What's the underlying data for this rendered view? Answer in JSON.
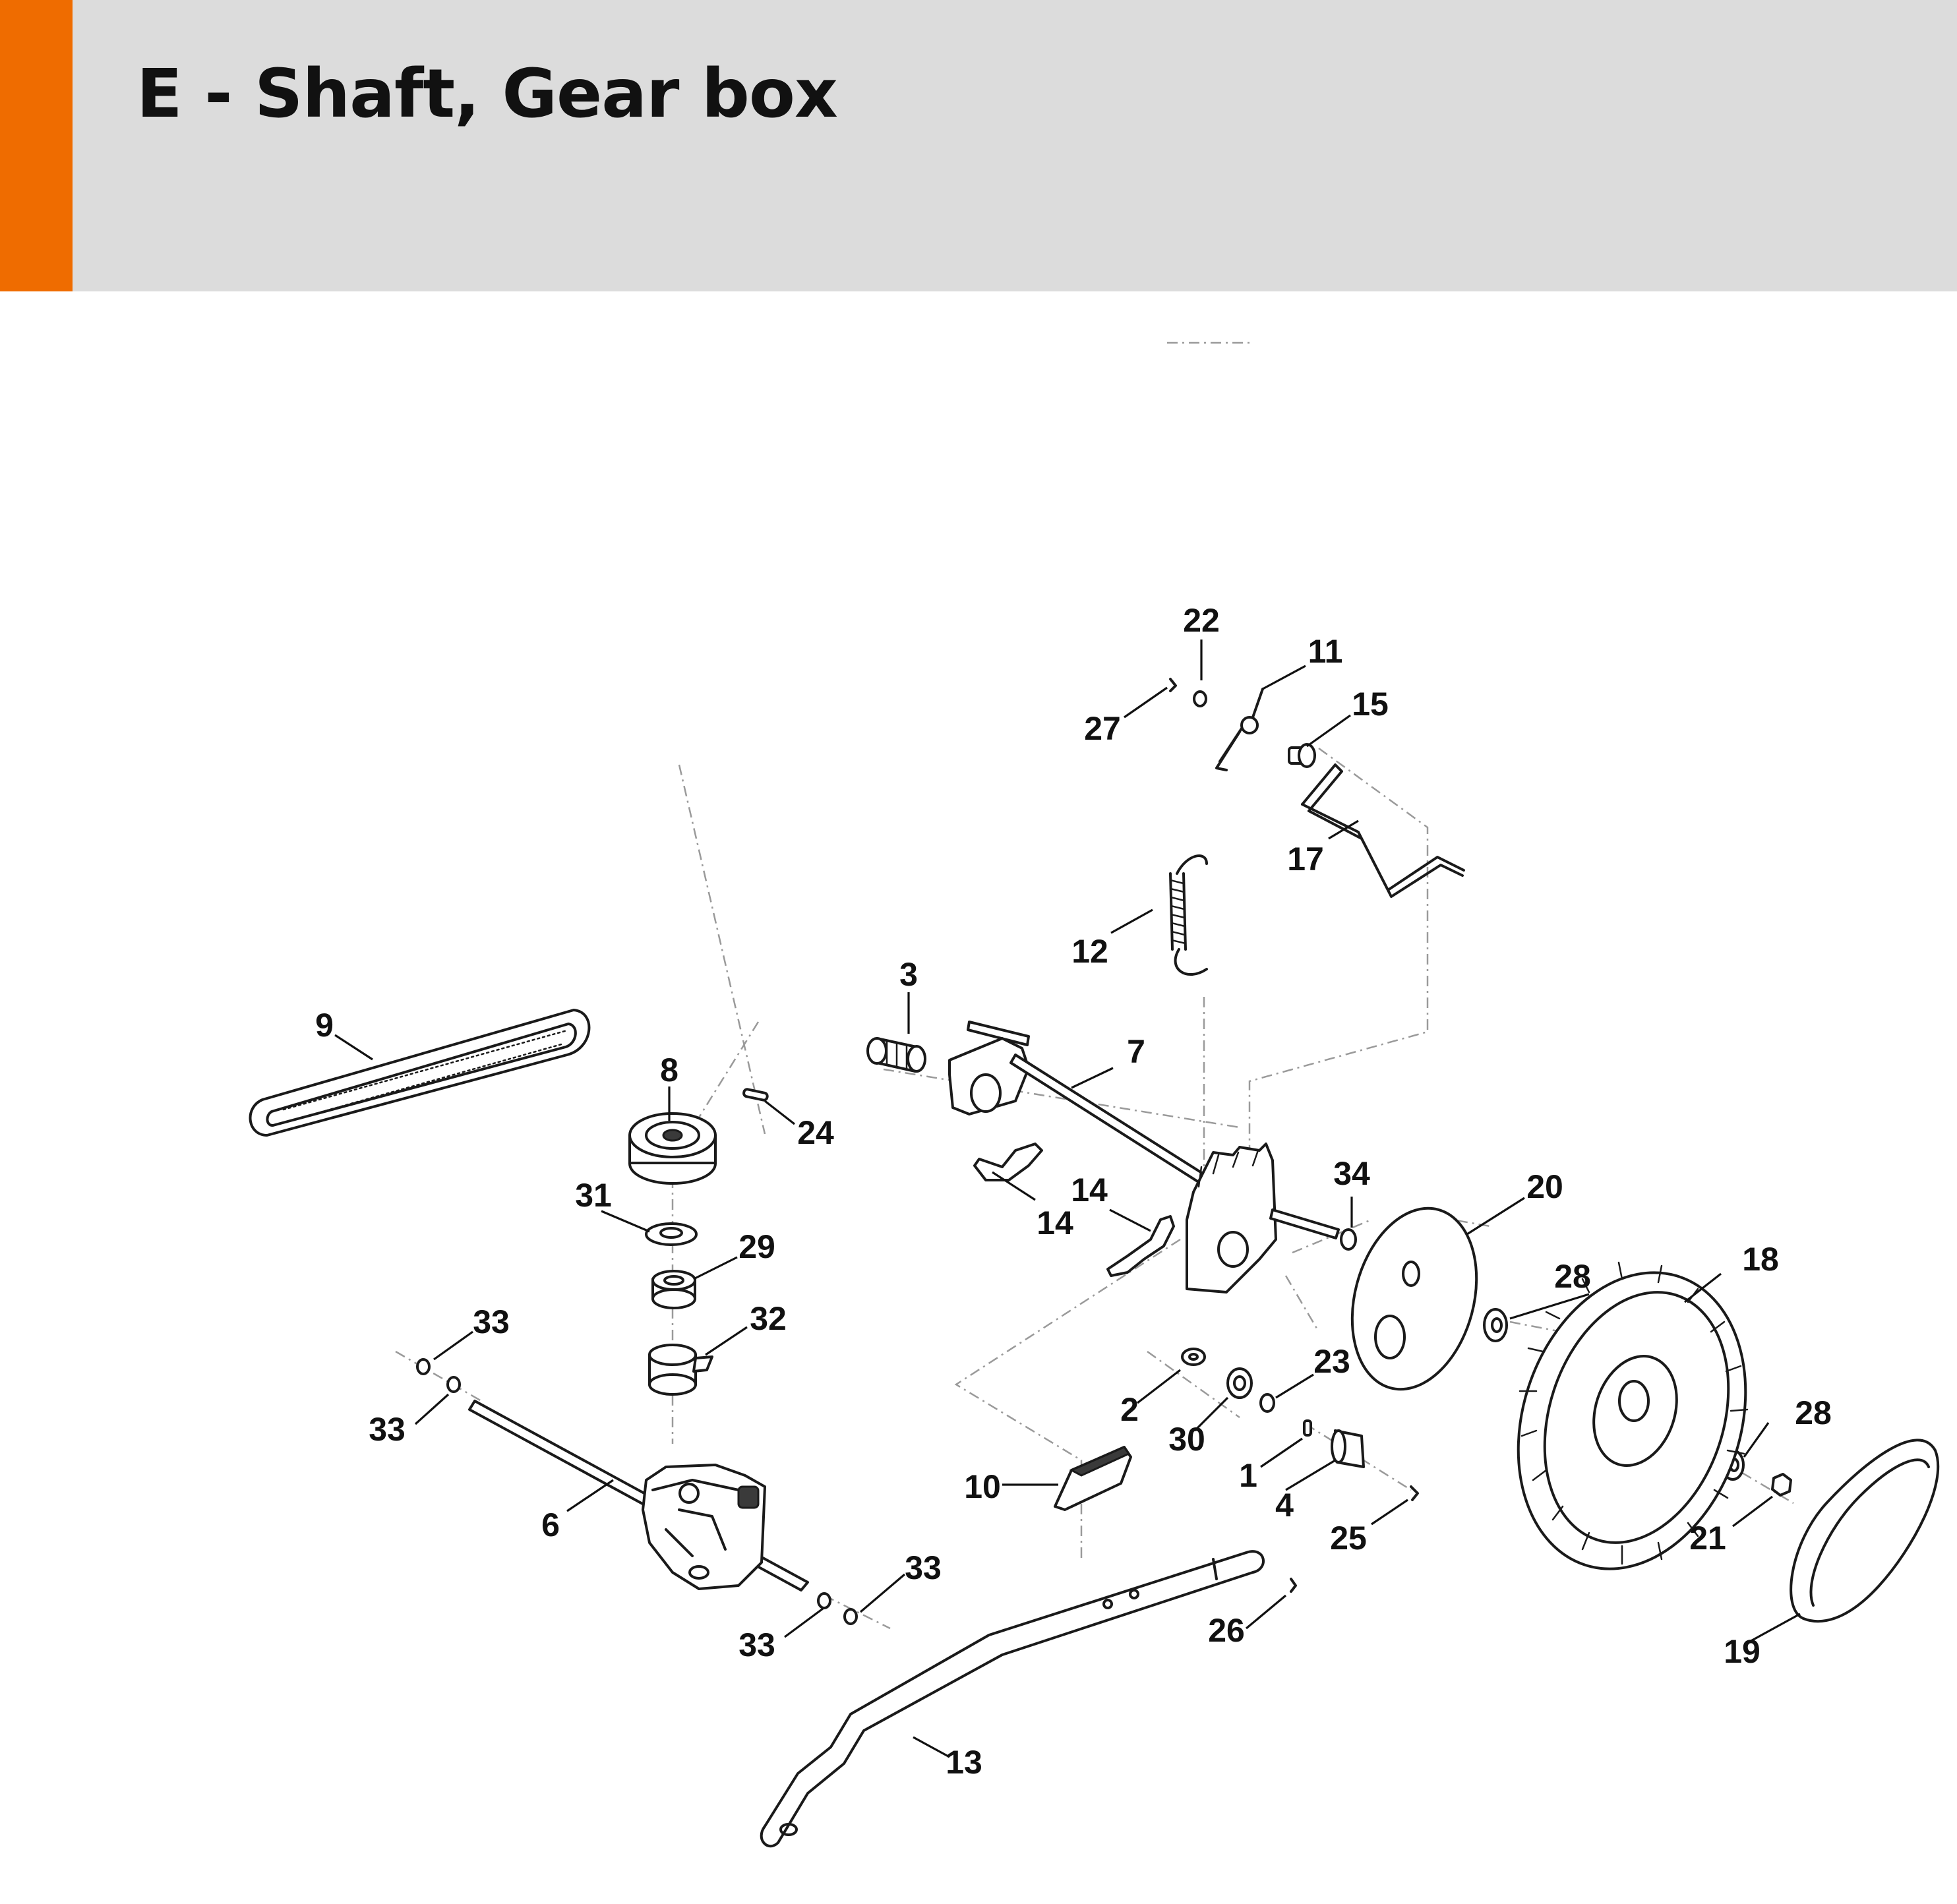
{
  "header": {
    "title": "E - Shaft, Gear box",
    "accent_color": "#ef6c00",
    "background_color": "#dcdcdc"
  },
  "callouts": {
    "c1": "1",
    "c2": "2",
    "c3": "3",
    "c4": "4",
    "c6": "6",
    "c7": "7",
    "c8": "8",
    "c9": "9",
    "c10": "10",
    "c11": "11",
    "c12": "12",
    "c13": "13",
    "c14a": "14",
    "c14b": "14",
    "c15": "15",
    "c17": "17",
    "c18": "18",
    "c19": "19",
    "c20": "20",
    "c21": "21",
    "c22": "22",
    "c23": "23",
    "c24": "24",
    "c25": "25",
    "c26": "26",
    "c27": "27",
    "c28a": "28",
    "c28b": "28",
    "c29": "29",
    "c30": "30",
    "c31": "31",
    "c32": "32",
    "c33a": "33",
    "c33b": "33",
    "c33c": "33",
    "c33d": "33",
    "c34": "34"
  }
}
